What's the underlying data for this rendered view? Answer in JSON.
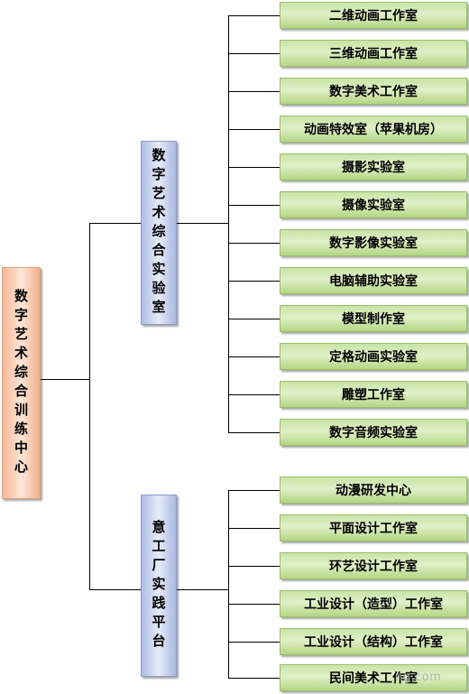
{
  "root": {
    "label": "数字艺术综合训练中心"
  },
  "branches": [
    {
      "label": "数字艺术综合实验室",
      "items": [
        "二维动画工作室",
        "三维动画工作室",
        "数字美术工作室",
        "动画特效室（苹果机房）",
        "摄影实验室",
        "摄像实验室",
        "数字影像实验室",
        "电脑辅助实验室",
        "模型制作室",
        "定格动画实验室",
        "雕塑工作室",
        "数字音频实验室"
      ]
    },
    {
      "label": "意工厂实践平台",
      "items": [
        "动漫研发中心",
        "平面设计工作室",
        "环艺设计工作室",
        "工业设计（造型）工作室",
        "工业设计（结构）工作室",
        "民间美术工作室"
      ]
    }
  ],
  "watermark": "ng.com"
}
